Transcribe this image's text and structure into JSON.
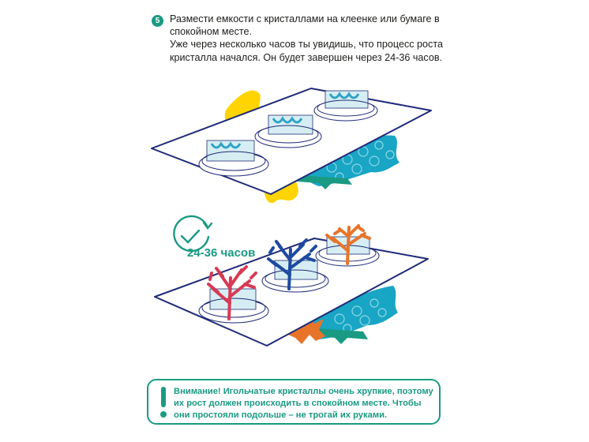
{
  "step": {
    "number": "5",
    "line1": "Размести емкости с кристаллами на клеенке или бумаге в спокойном месте.",
    "line2": "Уже через несколько часов ты увидишь, что процесс роста кристалла начался. Он будет завершен через 24-36 часов."
  },
  "timer": {
    "label": "24-36 часов",
    "icon": "clock-check-icon"
  },
  "warning": {
    "icon": "exclamation-icon",
    "text": "Внимание! Игольчатые кристаллы очень хрупкие, поэтому их рост должен происходить в спокойном месте. Чтобы они простояли подольше – не трогай их руками."
  },
  "colors": {
    "accent": "#1a9a83",
    "sheet_outline": "#1e2a78",
    "yellow": "#ffd400",
    "cyan": "#19a5c4",
    "red": "#d63a55",
    "blue": "#1e4aa0",
    "orange": "#e8742a",
    "glass": "#d6eef3"
  }
}
